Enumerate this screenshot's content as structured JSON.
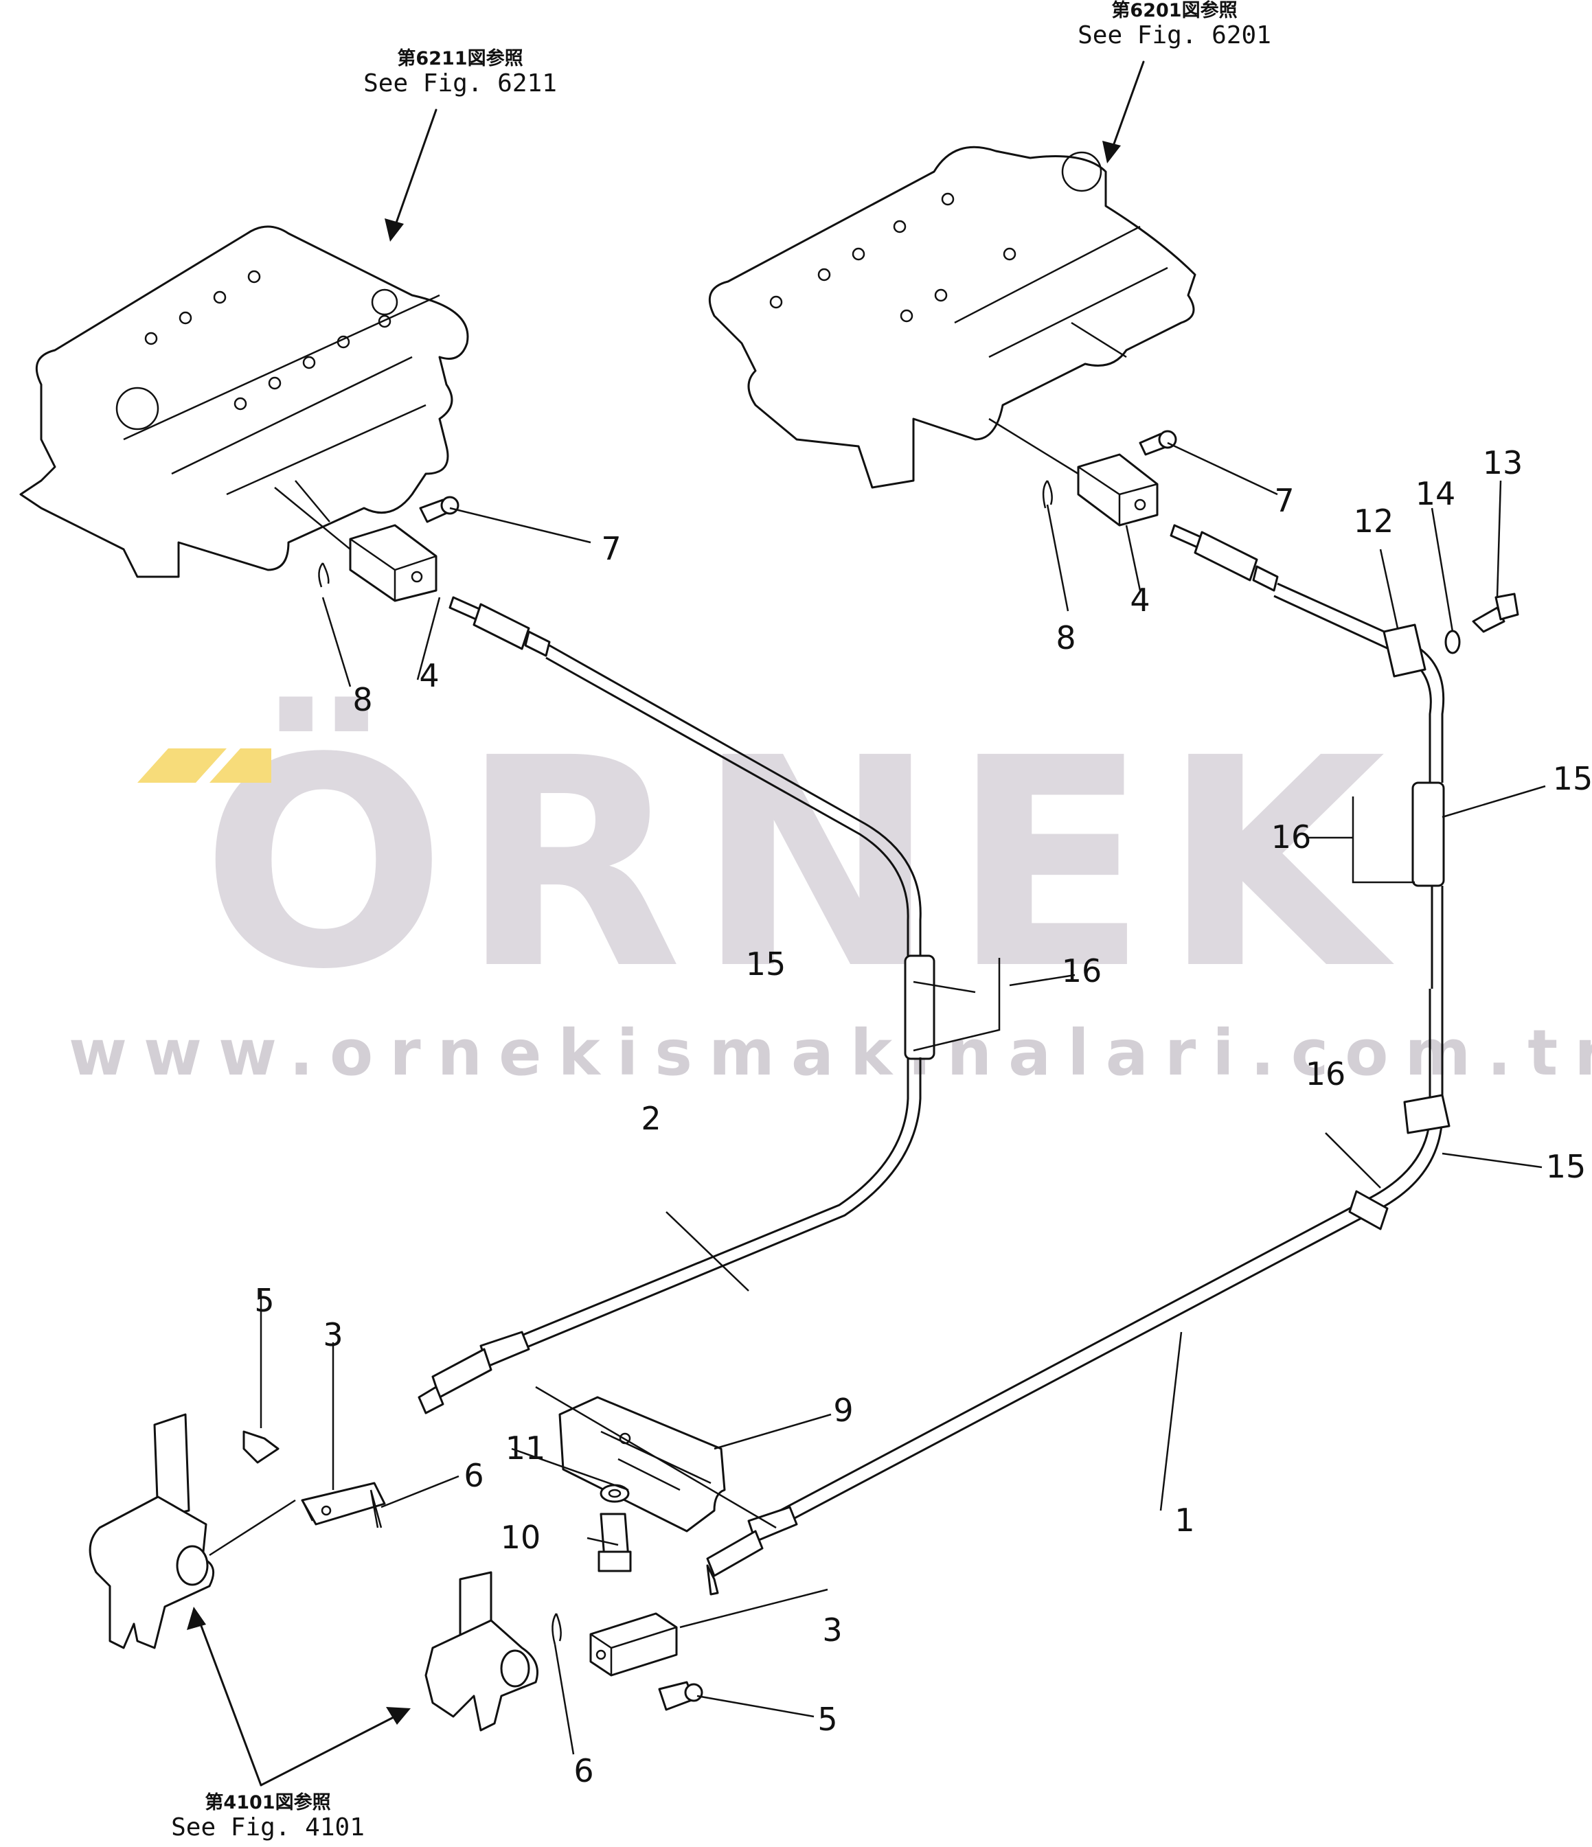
{
  "references": {
    "fig6211": {
      "jp": "第6211図参照",
      "en": "See Fig. 6211"
    },
    "fig6201": {
      "jp": "第6201図参照",
      "en": "See Fig. 6201"
    },
    "fig4101": {
      "jp": "第4101図参照",
      "en": "See Fig. 4101"
    }
  },
  "watermark": {
    "word": "ÖRNEK",
    "url": "www.ornekismakinalari.com.tr",
    "accent_color": "#f7dc7a",
    "text_color": "#ddd9df"
  },
  "callouts": {
    "c1": "1",
    "c2": "2",
    "c3a": "3",
    "c3b": "3",
    "c4a": "4",
    "c4b": "4",
    "c5a": "5",
    "c5b": "5",
    "c6a": "6",
    "c6b": "6",
    "c7a": "7",
    "c7b": "7",
    "c8a": "8",
    "c8b": "8",
    "c9": "9",
    "c10": "10",
    "c11": "11",
    "c12": "12",
    "c13": "13",
    "c14": "14",
    "c15a": "15",
    "c15b": "15",
    "c15c": "15",
    "c16a": "16",
    "c16b": "16",
    "c16c": "16"
  }
}
